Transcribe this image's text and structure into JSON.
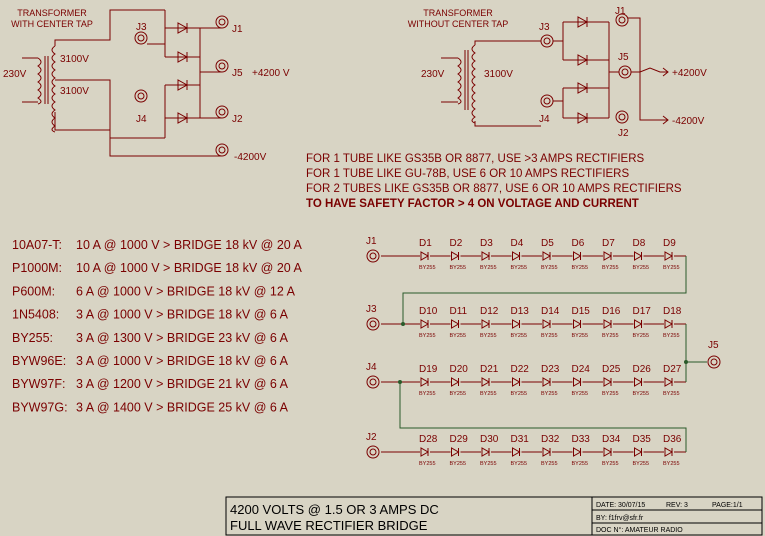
{
  "colors": {
    "background": "#d8d4c4",
    "wire": "#7a0000",
    "text": "#7a0000",
    "node": "#2a5a2a",
    "frame": "#000000"
  },
  "left_schematic": {
    "title_lines": [
      "TRANSFORMER",
      "WITH CENTER TAP"
    ],
    "primary": "230V",
    "secondary_top": "3100V",
    "secondary_bottom": "3100V",
    "connectors": {
      "j3": "J3",
      "j1": "J1",
      "j5": "J5",
      "j4": "J4",
      "j2": "J2"
    },
    "out_pos": "+4200 V",
    "out_neg": "-4200V"
  },
  "right_schematic": {
    "title_lines": [
      "TRANSFORMER",
      "WITHOUT CENTER TAP"
    ],
    "primary": "230V",
    "secondary": "3100V",
    "connectors": {
      "j1": "J1",
      "j3": "J3",
      "j5": "J5",
      "j4": "J4",
      "j2": "J2"
    },
    "out_pos": "+4200V",
    "out_neg": "-4200V"
  },
  "notes": [
    "FOR 1 TUBE LIKE GS35B OR 8877, USE >3 AMPS RECTIFIERS",
    "FOR 1 TUBE LIKE GU-78B, USE 6 OR 10  AMPS RECTIFIERS",
    "FOR 2 TUBES LIKE GS35B OR 8877, USE 6 OR 10  AMPS RECTIFIERS"
  ],
  "note_bold": "TO HAVE SAFETY FACTOR  > 4 ON VOLTAGE AND CURRENT",
  "diode_table": [
    {
      "part": "10A07-T:",
      "spec": "10 A @ 1000 V > BRIDGE 18 kV @ 20 A"
    },
    {
      "part": "P1000M:",
      "spec": "10 A @ 1000 V > BRIDGE 18 kV @ 20 A"
    },
    {
      "part": "P600M:",
      "spec": "6 A @ 1000 V > BRIDGE 18 kV @ 12 A"
    },
    {
      "part": "1N5408:",
      "spec": "3 A @ 1000 V > BRIDGE 18 kV @ 6 A"
    },
    {
      "part": "BY255:",
      "spec": "3 A @ 1300 V > BRIDGE 23 kV @ 6 A"
    },
    {
      "part": "BYW96E:",
      "spec": "3 A @ 1000 V > BRIDGE 18 kV @ 6 A"
    },
    {
      "part": "BYW97F:",
      "spec": "3 A @ 1200 V > BRIDGE 21 kV @ 6 A"
    },
    {
      "part": "BYW97G:",
      "spec": "3 A @ 1400 V > BRIDGE 25 kV @ 6 A"
    }
  ],
  "chain": {
    "connectors": [
      "J1",
      "J3",
      "J4",
      "J2"
    ],
    "j5": "J5",
    "diode_part": "BY255",
    "rows": [
      [
        "D1",
        "D2",
        "D3",
        "D4",
        "D5",
        "D6",
        "D7",
        "D8",
        "D9"
      ],
      [
        "D10",
        "D11",
        "D12",
        "D13",
        "D14",
        "D15",
        "D16",
        "D17",
        "D18"
      ],
      [
        "D19",
        "D20",
        "D21",
        "D22",
        "D23",
        "D24",
        "D25",
        "D26",
        "D27"
      ],
      [
        "D28",
        "D29",
        "D30",
        "D31",
        "D32",
        "D33",
        "D34",
        "D35",
        "D36"
      ]
    ]
  },
  "title_block": {
    "title_line1": "4200 VOLTS @ 1.5 OR 3  AMPS DC",
    "title_line2": "FULL WAVE RECTIFIER BRIDGE",
    "date": "DATE: 30/07/15",
    "rev": "REV: 3",
    "page": "PAGE:1/1",
    "by": "BY:  f1frv@sfr.fr",
    "doc": "DOC N°: AMATEUR RADIO"
  }
}
